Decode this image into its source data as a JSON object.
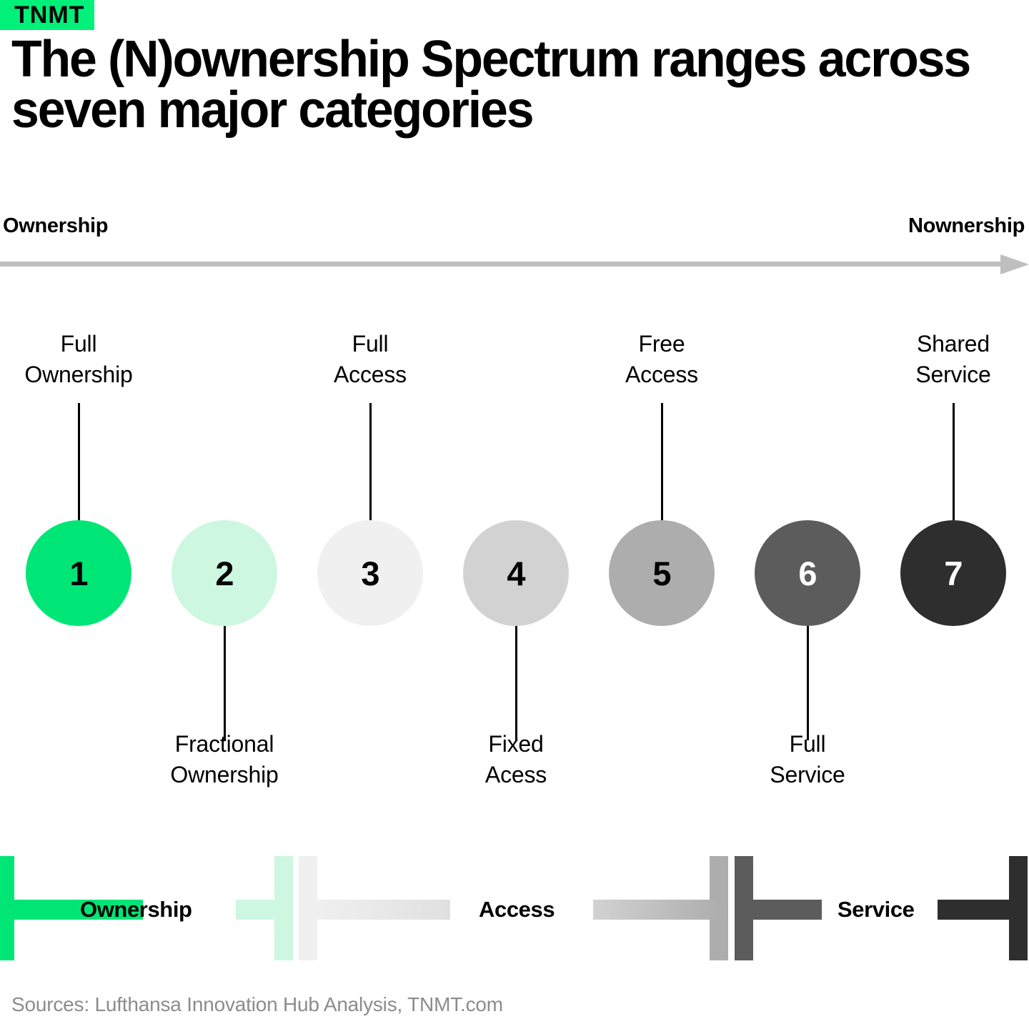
{
  "brand": {
    "logo_text": "TNMT",
    "logo_bg_color": "#00F07A"
  },
  "header": {
    "title": "The (N)ownership Spectrum ranges across seven major categories"
  },
  "axis": {
    "left_label": "Ownership",
    "right_label": "Nownership",
    "arrow_color": "#BFBFBF",
    "direction": "left-to-right"
  },
  "chart_data": {
    "type": "diagram",
    "title": "The (N)ownership Spectrum ranges across seven major categories",
    "axis_left": "Ownership",
    "axis_right": "Nownership",
    "categories": [
      "Ownership",
      "Access",
      "Service"
    ],
    "nodes": [
      {
        "number": "1",
        "label_line1": "Full",
        "label_line2": "Ownership",
        "position": "above",
        "color": "#00E676",
        "num_color": "#000000",
        "group": "Ownership"
      },
      {
        "number": "2",
        "label_line1": "Fractional",
        "label_line2": "Ownership",
        "position": "below",
        "color": "#CDF7E0",
        "num_color": "#000000",
        "group": "Ownership"
      },
      {
        "number": "3",
        "label_line1": "Full",
        "label_line2": "Access",
        "position": "above",
        "color": "#F0F0F0",
        "num_color": "#000000",
        "group": "Access"
      },
      {
        "number": "4",
        "label_line1": "Fixed",
        "label_line2": "Acess",
        "position": "below",
        "color": "#D2D2D2",
        "num_color": "#000000",
        "group": "Access"
      },
      {
        "number": "5",
        "label_line1": "Free",
        "label_line2": "Access",
        "position": "above",
        "color": "#ADADAD",
        "num_color": "#000000",
        "group": "Access"
      },
      {
        "number": "6",
        "label_line1": "Full",
        "label_line2": "Service",
        "position": "below",
        "color": "#5C5C5C",
        "num_color": "#FFFFFF",
        "group": "Service"
      },
      {
        "number": "7",
        "label_line1": "Shared",
        "label_line2": "Service",
        "position": "above",
        "color": "#2E2E2E",
        "num_color": "#FFFFFF",
        "group": "Service"
      }
    ]
  },
  "band": {
    "groups": [
      {
        "label": "Ownership",
        "color": "#00E676"
      },
      {
        "label": "Access",
        "color": "#C8C8C8"
      },
      {
        "label": "Service",
        "color": "#5C5C5C"
      }
    ]
  },
  "footer": {
    "sources": "Sources: Lufthansa Innovation Hub Analysis, TNMT.com"
  }
}
